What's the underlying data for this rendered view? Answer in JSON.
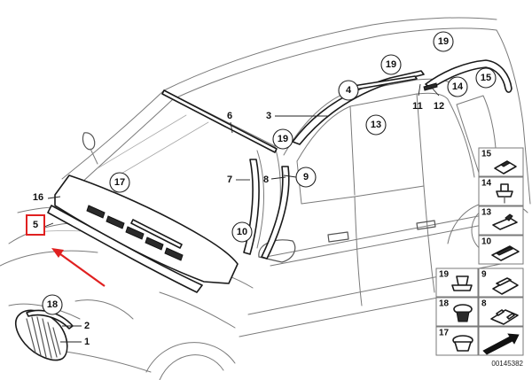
{
  "callouts": [
    {
      "id": "1",
      "circled": false
    },
    {
      "id": "2",
      "circled": false
    },
    {
      "id": "3",
      "circled": false
    },
    {
      "id": "4",
      "circled": true
    },
    {
      "id": "5",
      "circled": false,
      "highlighted": true
    },
    {
      "id": "6",
      "circled": false
    },
    {
      "id": "7",
      "circled": false
    },
    {
      "id": "8",
      "circled": false
    },
    {
      "id": "9",
      "circled": true
    },
    {
      "id": "10",
      "circled": true
    },
    {
      "id": "11",
      "circled": false
    },
    {
      "id": "12",
      "circled": false
    },
    {
      "id": "13",
      "circled": true
    },
    {
      "id": "14",
      "circled": true
    },
    {
      "id": "15",
      "circled": true
    },
    {
      "id": "16",
      "circled": false
    },
    {
      "id": "17",
      "circled": true
    },
    {
      "id": "18",
      "circled": true
    },
    {
      "id": "19a",
      "label": "19",
      "circled": true
    },
    {
      "id": "19b",
      "label": "19",
      "circled": true
    },
    {
      "id": "19c",
      "label": "19",
      "circled": true
    }
  ],
  "legend": [
    {
      "label": "15"
    },
    {
      "label": "14"
    },
    {
      "label": "13"
    },
    {
      "label": "10"
    },
    {
      "label": "19"
    },
    {
      "label": "9"
    },
    {
      "label": "18"
    },
    {
      "label": "8"
    },
    {
      "label": "17"
    },
    {
      "label": ""
    }
  ],
  "reference_number": "00145382",
  "highlight_color": "#e02020",
  "line_color": "#7a7a7a"
}
